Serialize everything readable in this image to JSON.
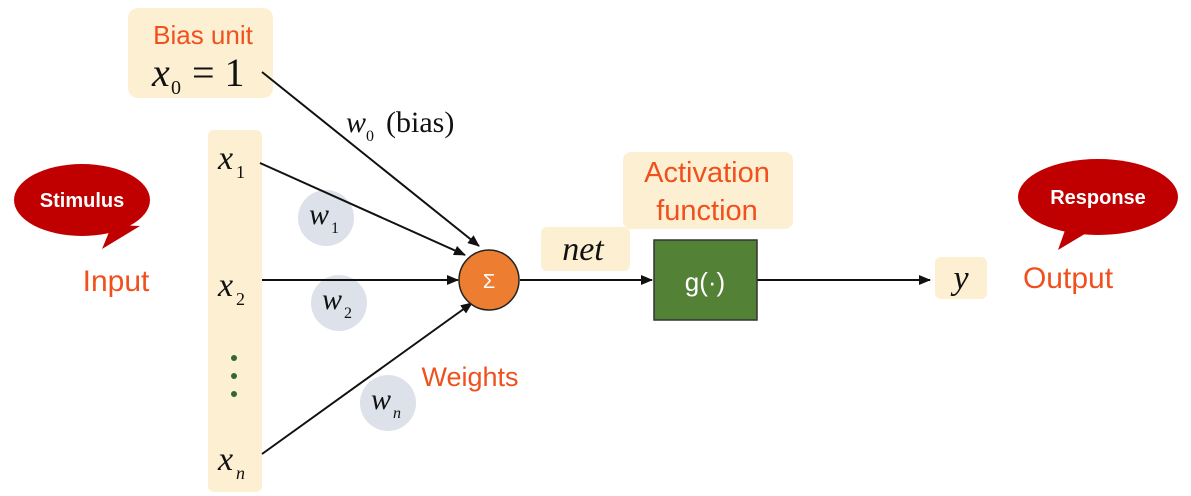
{
  "colors": {
    "accent_text": "#f0501e",
    "highlight": "#fdf0d2",
    "bubble": "#c00000",
    "sum_node": "#ed7d31",
    "activation_box": "#538135",
    "weight_circle": "#dde1ea",
    "dots": "#2e6b2e",
    "line": "#111111"
  },
  "labels": {
    "bias_unit": "Bias unit",
    "activation_line1": "Activation",
    "activation_line2": "function",
    "input": "Input",
    "output": "Output",
    "weights": "Weights",
    "stimulus": "Stimulus",
    "response": "Response"
  },
  "math": {
    "bias_x": "x",
    "bias_sub": "0",
    "bias_eq": "= 1",
    "bias_w": "w",
    "bias_w_sub": "0",
    "bias_w_text": "(bias)",
    "x_main": "x",
    "x1_sub": "1",
    "x2_sub": "2",
    "xn_sub": "n",
    "w_main": "w",
    "w1_sub": "1",
    "w2_sub": "2",
    "wn_sub": "n",
    "sigma": "Σ",
    "net": "net",
    "g_func": "g(·)",
    "output": "y"
  }
}
